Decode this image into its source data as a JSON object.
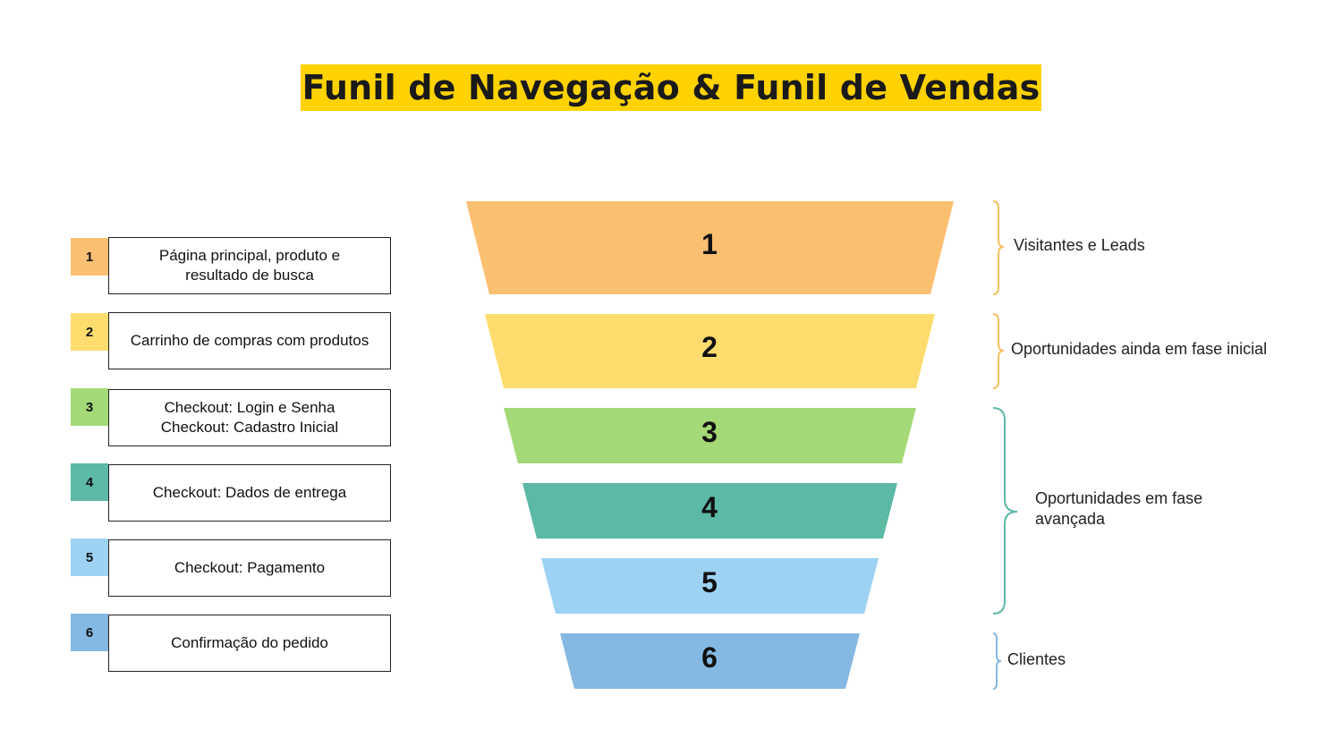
{
  "title": "Funil de Navegação & Funil de Vendas",
  "steps": [
    {
      "num": "1",
      "lines": [
        "Página principal, produto e",
        "resultado de busca"
      ],
      "color": "#fbbf71"
    },
    {
      "num": "2",
      "lines": [
        "Carrinho de compras com produtos"
      ],
      "color": "#fedd6e"
    },
    {
      "num": "3",
      "lines": [
        "Checkout: Login e Senha",
        "Checkout: Cadastro Inicial"
      ],
      "color": "#a3d977"
    },
    {
      "num": "4",
      "lines": [
        "Checkout: Dados de entrega"
      ],
      "color": "#5cb9a6"
    },
    {
      "num": "5",
      "lines": [
        "Checkout: Pagamento"
      ],
      "color": "#9dd2f3"
    },
    {
      "num": "6",
      "lines": [
        "Confirmação do pedido"
      ],
      "color": "#85b8e2"
    }
  ],
  "stages": [
    {
      "label_lines": [
        "Visitantes e Leads"
      ],
      "color": "#f9bf5f"
    },
    {
      "label_lines": [
        "Oportunidades ainda em fase inicial"
      ],
      "color": "#f9bf5f"
    },
    {
      "label_lines": [
        "Oportunidades em fase",
        "avançada"
      ],
      "color": "#5cb9a6"
    },
    {
      "label_lines": [
        "Clientes"
      ],
      "color": "#85b8e2"
    }
  ]
}
